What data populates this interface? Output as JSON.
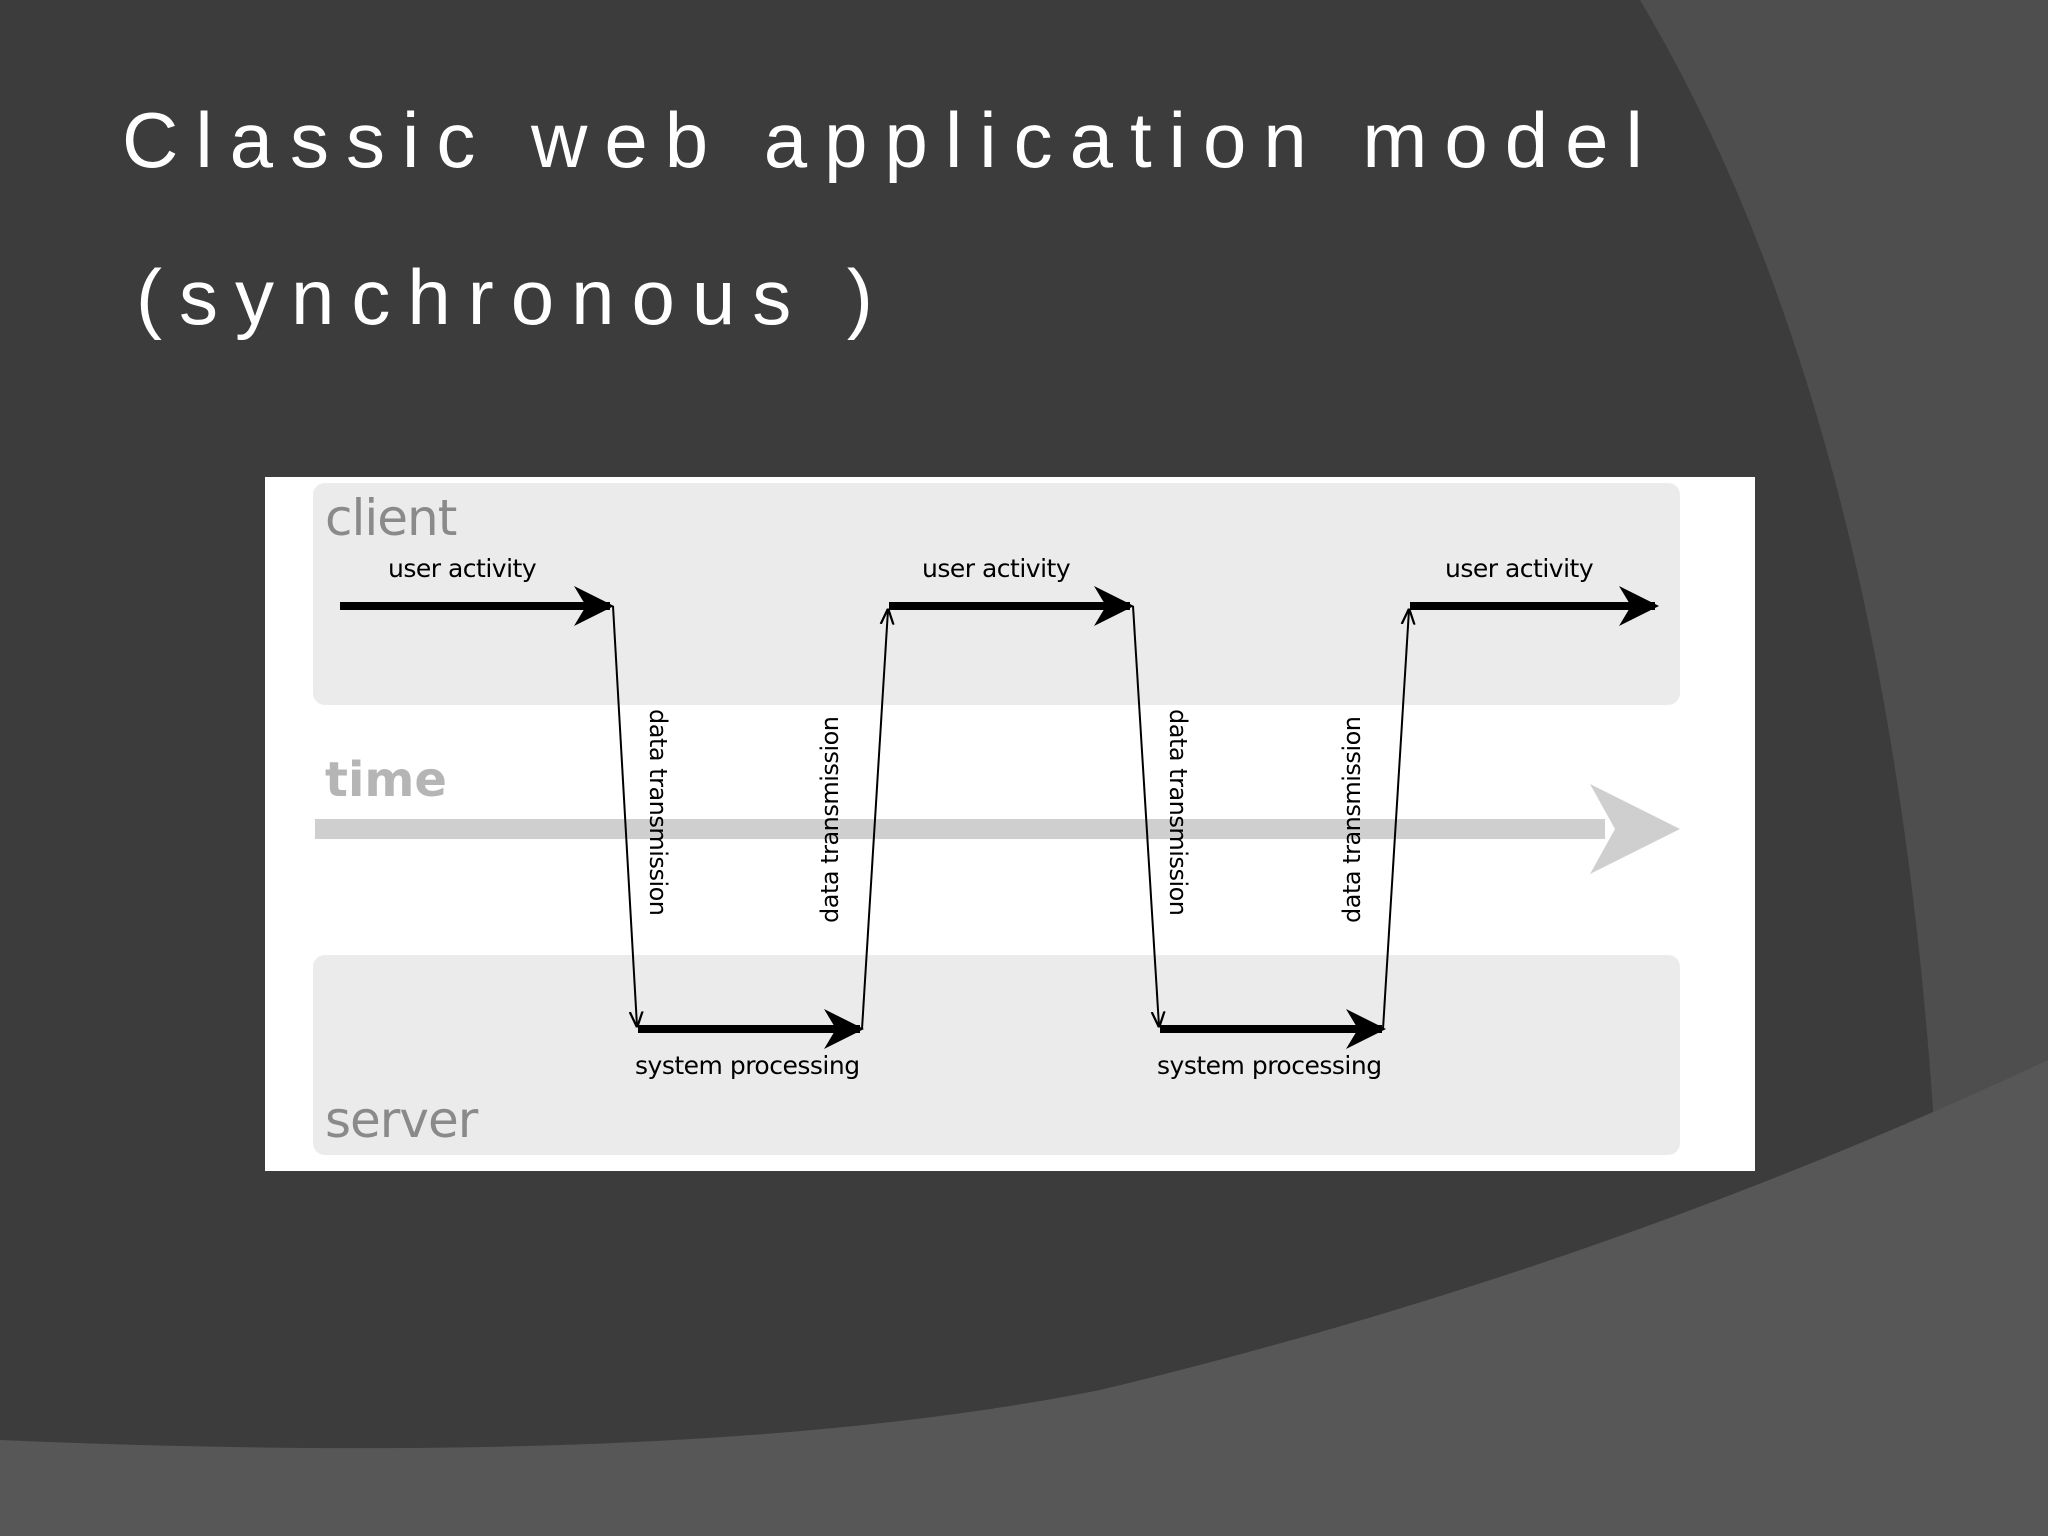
{
  "slide": {
    "title_line1": "Classic web application model",
    "title_line2": "(synchronous )"
  },
  "diagram": {
    "lanes": {
      "client": "client",
      "time": "time",
      "server": "server"
    },
    "labels": {
      "user_activity": [
        "user activity",
        "user activity",
        "user activity"
      ],
      "system_processing": [
        "system processing",
        "system processing"
      ],
      "data_transmission_down": [
        "data transmission",
        "data transmission"
      ],
      "data_transmission_up": [
        "data transmission",
        "data transmission"
      ]
    }
  },
  "colors": {
    "background": "#3c3c3c",
    "background_shape": "#575757",
    "panel": "#ffffff",
    "lane": "#ebebeb",
    "lane_label": "#8a8a8a",
    "time_arrow": "#cfcfcf",
    "flow_arrow": "#000000"
  }
}
